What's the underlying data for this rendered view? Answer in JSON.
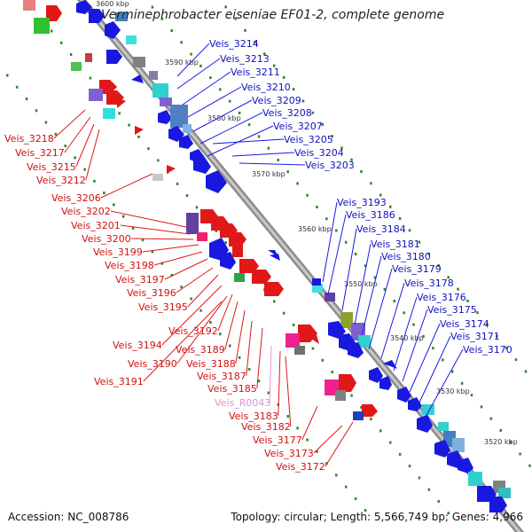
{
  "header": {
    "title": "Verminephrobacter eiseniae EF01-2, complete genome"
  },
  "footer": {
    "accession": "Accession: NC_008786",
    "summary": "Topology: circular; Length: 5,566,749 bp; Genes: 4,966"
  },
  "colors": {
    "forward": "#1a1ae6",
    "reverse": "#e61a1a",
    "rna": "#e0a0d0",
    "backbone": "#909090",
    "dots": "#2a8a2a"
  },
  "ticks": [
    "3600 kbp",
    "3590 kbp",
    "3580 kbp",
    "3570 kbp",
    "3560 kbp",
    "3550 kbp",
    "3540 kbp",
    "3530 kbp",
    "3520 kbp"
  ],
  "labels_right": [
    "Veis_3214",
    "Veis_3213",
    "Veis_3211",
    "Veis_3210",
    "Veis_3209",
    "Veis_3208",
    "Veis_3207",
    "Veis_3205",
    "Veis_3204",
    "Veis_3203",
    "Veis_3193",
    "Veis_3186",
    "Veis_3184",
    "Veis_3181",
    "Veis_3180",
    "Veis_3179",
    "Veis_3178",
    "Veis_3176",
    "Veis_3175",
    "Veis_3174",
    "Veis_3171",
    "Veis_3170"
  ],
  "labels_left": [
    "Veis_3218",
    "Veis_3217",
    "Veis_3215",
    "Veis_3212",
    "Veis_3206",
    "Veis_3202",
    "Veis_3201",
    "Veis_3200",
    "Veis_3199",
    "Veis_3198",
    "Veis_3197",
    "Veis_3196",
    "Veis_3195",
    "Veis_3192",
    "Veis_3194",
    "Veis_3189",
    "Veis_3190",
    "Veis_3188",
    "Veis_3191",
    "Veis_3187",
    "Veis_3185",
    "Veis_R0043",
    "Veis_3183",
    "Veis_3182",
    "Veis_3177",
    "Veis_3173",
    "Veis_3172"
  ]
}
